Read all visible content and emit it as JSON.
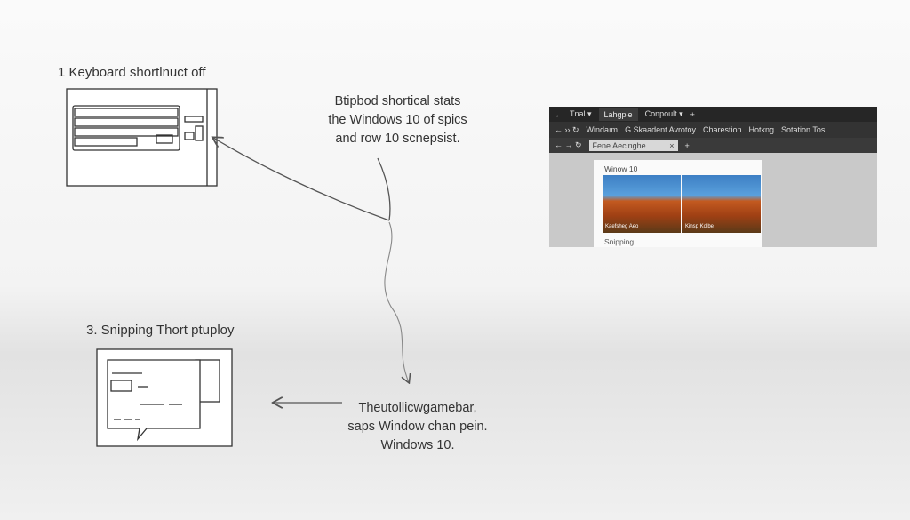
{
  "labels": {
    "keyboard": "1 Keyboard shortlnuct off",
    "snipping": "3. Snipping Thort ptuploy"
  },
  "note_top": [
    "Btipbod shortical stats",
    "the Windows 10 of spics",
    "and row 10 scnepsist."
  ],
  "note_bottom": [
    "Theutollicwgamebar,",
    "saps Window chan pein.",
    "Windows 10."
  ],
  "browser": {
    "tabs": [
      "Tnal ▾",
      "Lahgple",
      "Conpoult ▾",
      "+"
    ],
    "bookmarks": [
      "Windaım",
      "G Skaadent Avrotoy",
      "Charestion",
      "Hotkng",
      "Sotation Tos"
    ],
    "address_placeholder": "Fene Aecinghe",
    "card_title": "Winow 10",
    "image_captions": [
      "Kaefsheg Aeo",
      "Kinsp Kolbe"
    ],
    "card_footer": "Snipping"
  }
}
